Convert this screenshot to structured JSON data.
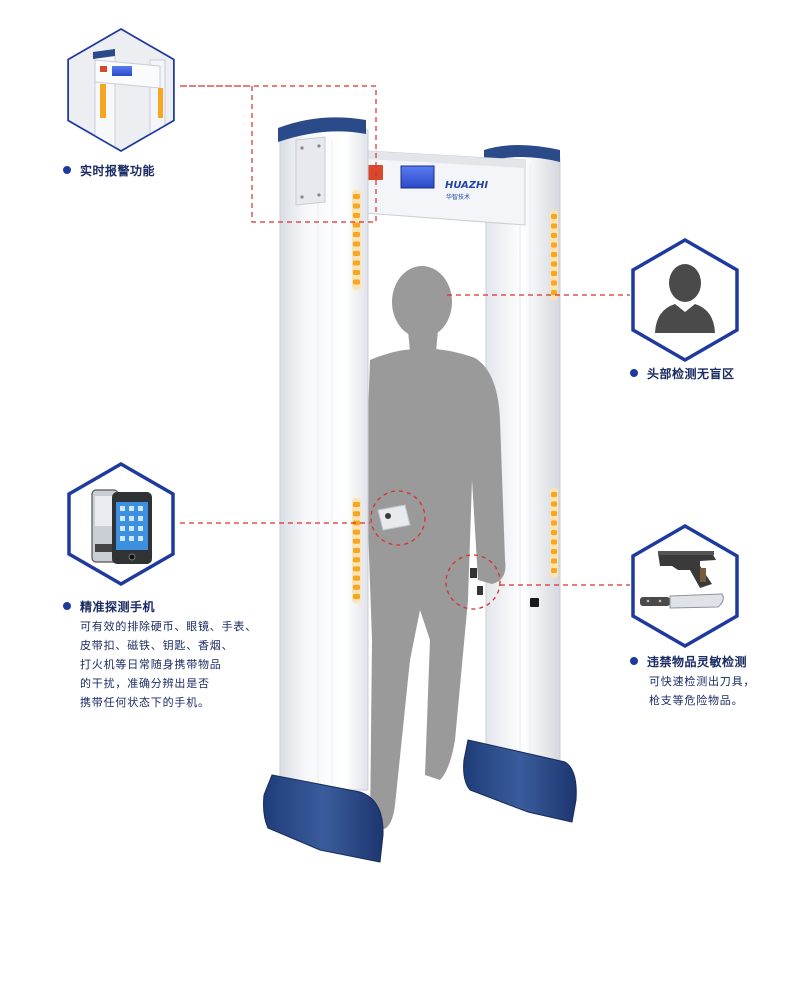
{
  "gate": {
    "brand": "HUAZHI",
    "brand_sub": "华智技术"
  },
  "features": {
    "alarm": {
      "title": "实时报警功能"
    },
    "head": {
      "title": "头部检测无盲区"
    },
    "phone": {
      "title": "精准探测手机",
      "desc": [
        "可有效的排除硬币、眼镜、手表、",
        "皮带扣、磁铁、钥匙、香烟、",
        "打火机等日常随身携带物品",
        "的干扰，准确分辨出是否",
        "携带任何状态下的手机。"
      ]
    },
    "contraband": {
      "title": "违禁物品灵敏检测",
      "desc": [
        "可快速检测出刀具，",
        "枪支等危险物品。"
      ]
    }
  },
  "colors": {
    "brand_blue": "#1e3a9e",
    "gate_base": "#2d4f8e",
    "led": "#f5a623",
    "leader_line": "#d9302c",
    "silhouette": "#9a9a9a"
  }
}
